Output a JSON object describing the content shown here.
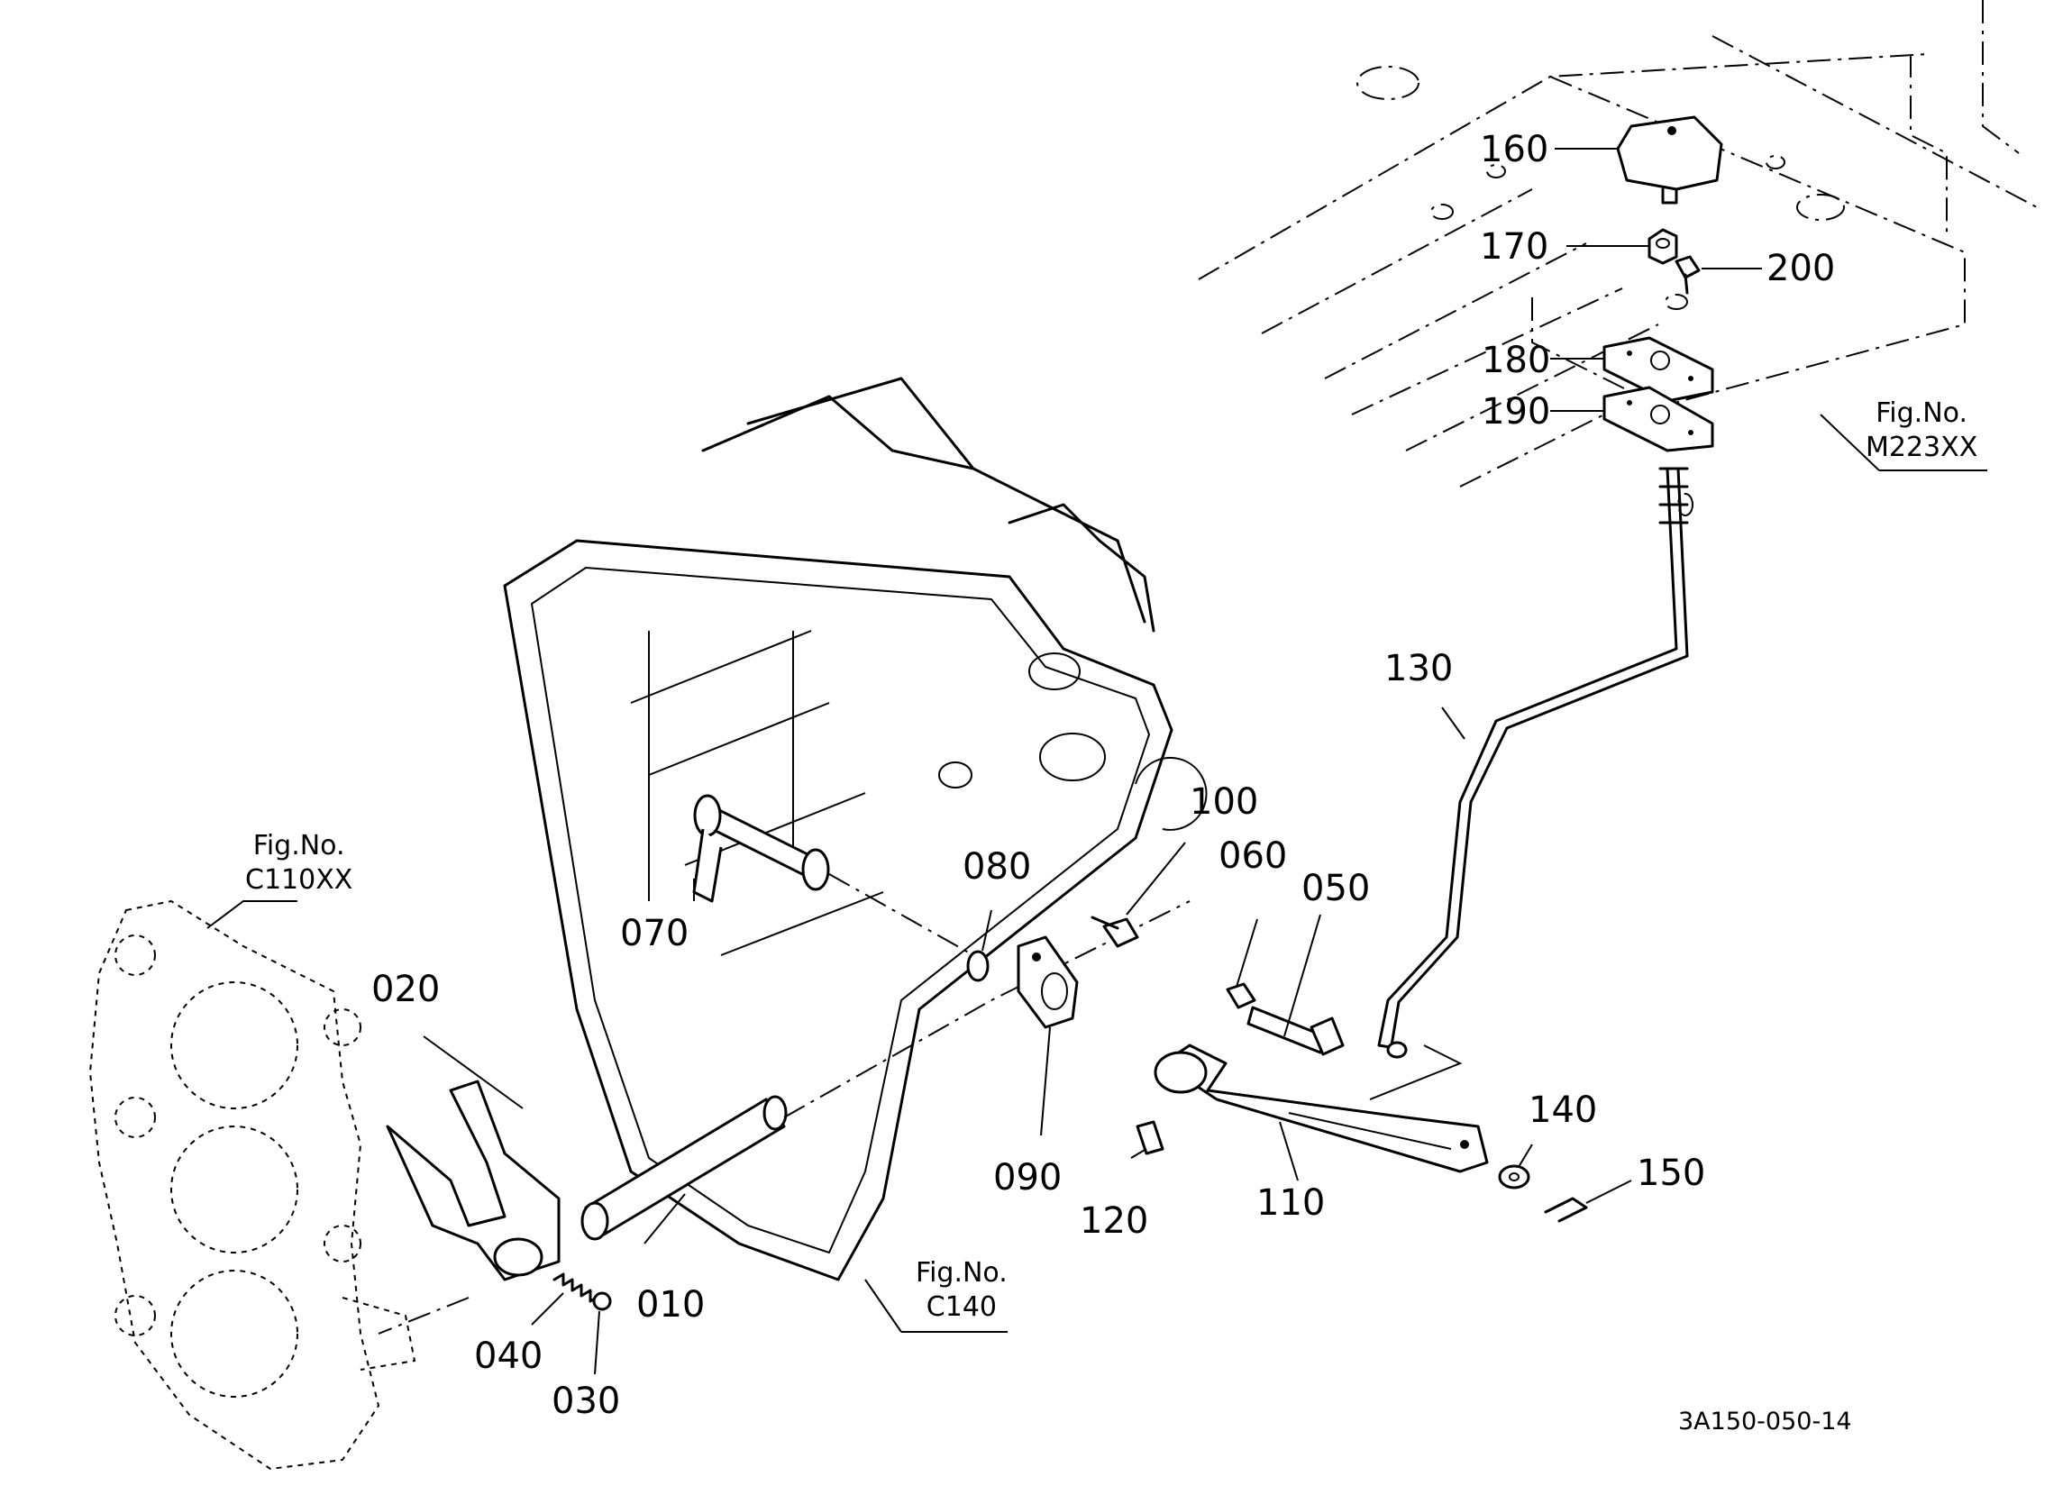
{
  "diagram": {
    "drawing_code": "3A150-050-14",
    "parts": [
      {
        "number": "010"
      },
      {
        "number": "020"
      },
      {
        "number": "030"
      },
      {
        "number": "040"
      },
      {
        "number": "050"
      },
      {
        "number": "060"
      },
      {
        "number": "070"
      },
      {
        "number": "080"
      },
      {
        "number": "090"
      },
      {
        "number": "100"
      },
      {
        "number": "110"
      },
      {
        "number": "120"
      },
      {
        "number": "130"
      },
      {
        "number": "140"
      },
      {
        "number": "150"
      },
      {
        "number": "160"
      },
      {
        "number": "170"
      },
      {
        "number": "180"
      },
      {
        "number": "190"
      },
      {
        "number": "200"
      }
    ],
    "figure_refs": [
      {
        "label": "Fig.No.",
        "code": "C110XX"
      },
      {
        "label": "Fig.No.",
        "code": "C140"
      },
      {
        "label": "Fig.No.",
        "code": "M223XX"
      }
    ]
  }
}
